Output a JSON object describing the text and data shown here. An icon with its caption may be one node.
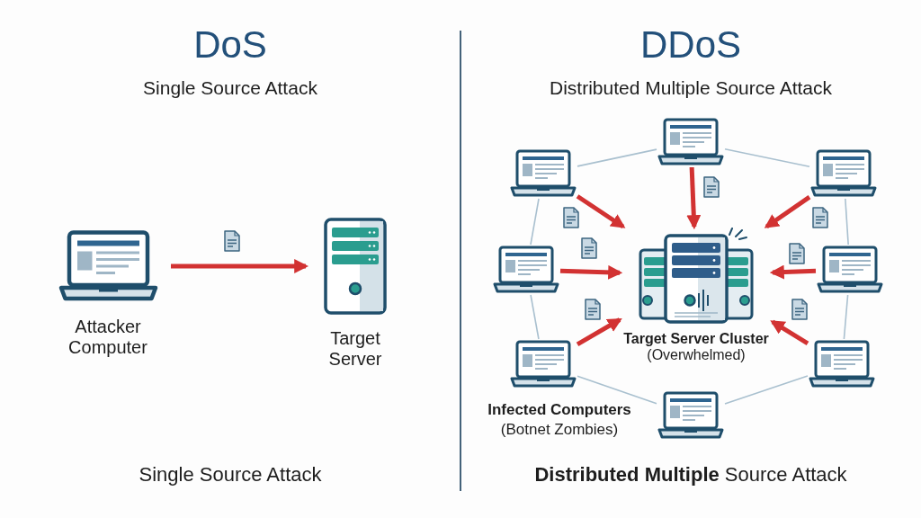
{
  "diagram": {
    "nodes": [
      {
        "text": [
          "Attacker Computer"
        ]
      },
      {
        "text": [
          "Target Server"
        ]
      },
      {
        "text": [
          "Target Server Cluster",
          "(Overwhelmed)"
        ]
      },
      {
        "text": [],
        "shape": "laptop"
      },
      {
        "text": [],
        "shape": "laptop"
      },
      {
        "text": [],
        "shape": "laptop"
      },
      {
        "text": [],
        "shape": "laptop"
      },
      {
        "text": [],
        "shape": "laptop"
      },
      {
        "text": [],
        "shape": "laptop"
      },
      {
        "text": [],
        "shape": "laptop"
      },
      {
        "text": [],
        "shape": "laptop"
      }
    ],
    "edges": [
      {
        "from": 0,
        "to": 1,
        "arrow": "to",
        "style": "thick"
      },
      {
        "from": 3,
        "to": 2,
        "arrow": "to",
        "style": "thick"
      },
      {
        "from": 4,
        "to": 2,
        "arrow": "to",
        "style": "thick"
      },
      {
        "from": 5,
        "to": 2,
        "arrow": "to",
        "style": "thick"
      },
      {
        "from": 6,
        "to": 2,
        "arrow": "to",
        "style": "thick"
      },
      {
        "from": 7,
        "to": 2,
        "arrow": "to",
        "style": "thick"
      },
      {
        "from": 8,
        "to": 2,
        "arrow": "to",
        "style": "thick"
      },
      {
        "from": 9,
        "to": 2,
        "arrow": "to",
        "style": "thick"
      },
      {
        "from": 3,
        "to": 5,
        "arrow": "none",
        "color": "#a9c0cf"
      },
      {
        "from": 5,
        "to": 7,
        "arrow": "none",
        "color": "#a9c0cf"
      },
      {
        "from": 7,
        "to": 9,
        "arrow": "none",
        "color": "#a9c0cf"
      },
      {
        "from": 9,
        "to": 10,
        "arrow": "none",
        "color": "#a9c0cf"
      },
      {
        "from": 10,
        "to": 8,
        "arrow": "none",
        "color": "#a9c0cf"
      },
      {
        "from": 8,
        "to": 6,
        "arrow": "none",
        "color": "#a9c0cf"
      },
      {
        "from": 6,
        "to": 4,
        "arrow": "none",
        "color": "#a9c0cf"
      },
      {
        "from": 4,
        "to": 3,
        "arrow": "none",
        "color": "#a9c0cf"
      }
    ],
    "labels": [
      "DoS",
      "Single Source Attack",
      "DDoS",
      "Distributed Multiple Source Attack",
      "Infected Computers",
      "(Botnet Zombies)",
      "Single Source Attack",
      "**Distributed Multiple** Source Attack"
    ]
  }
}
